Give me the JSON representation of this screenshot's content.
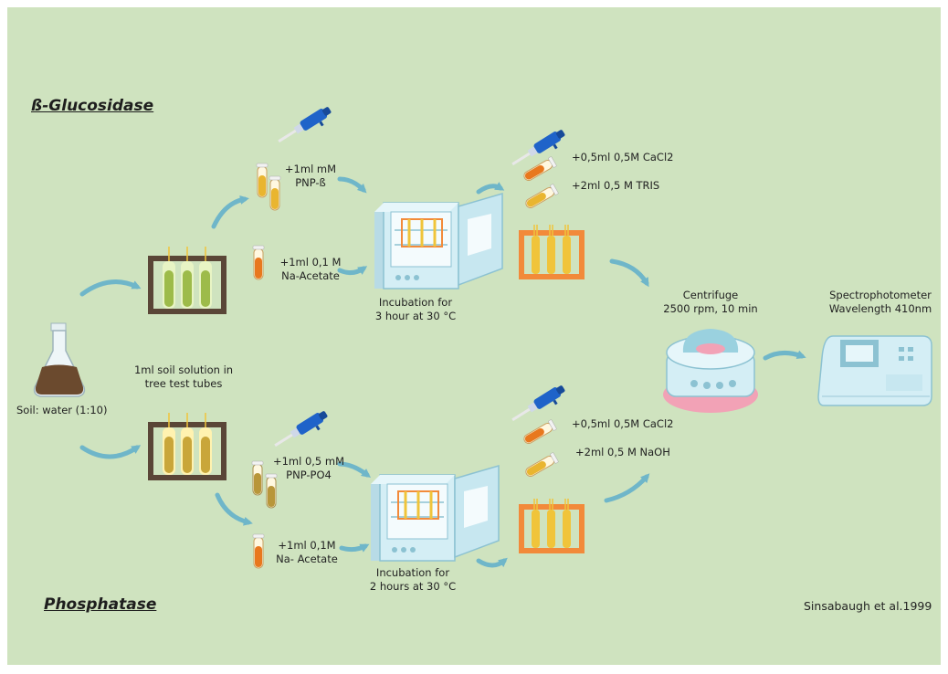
{
  "titles": {
    "top": "ß-Glucosidase",
    "bottom": "Phosphatase"
  },
  "labels": {
    "soil": "Soil: water (1:10)",
    "soil_solution": "1ml soil solution in\ntree test tubes",
    "top_reagent_1": "+1ml mM\nPNP-ß",
    "top_reagent_2": "+1ml 0,1 M\nNa-Acetate",
    "top_incubation": "Incubation for\n3 hour at 30 °C",
    "top_stop_1": "+0,5ml 0,5M CaCl2",
    "top_stop_2": "+2ml 0,5 M TRIS",
    "bottom_reagent_1": "+1ml 0,5 mM\nPNP-PO4",
    "bottom_reagent_2": "+1ml 0,1M\nNa- Acetate",
    "bottom_incubation": "Incubation for\n2 hours at 30 °C",
    "bottom_stop_1": "+0,5ml 0,5M CaCl2",
    "bottom_stop_2": "+2ml 0,5 M NaOH",
    "centrifuge": "Centrifuge\n2500 rpm, 10 min",
    "spectro": "Spectrophotometer\nWavelength 410nm",
    "citation": "Sinsabaugh et al.1999"
  },
  "colors": {
    "background": "#cfe3bf",
    "arrow": "#6fb6c9",
    "rack": "#5a4637",
    "stop_rack": "#f28a3a",
    "pipette": "#1f63c9",
    "incubator": "#d4eef5",
    "centrifuge_pink": "#f2a2b6"
  }
}
